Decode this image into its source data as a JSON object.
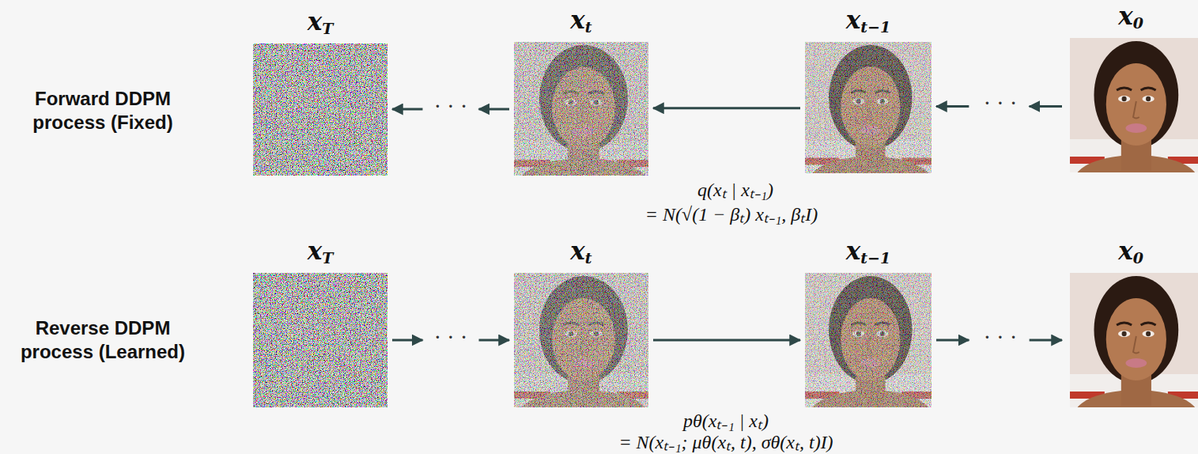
{
  "diagram": {
    "nodes": [
      {
        "text": [
          "xT"
        ]
      },
      {
        "text": [
          "xt"
        ]
      },
      {
        "text": [
          "xt−1"
        ]
      },
      {
        "text": [
          "x0"
        ]
      },
      {
        "text": [
          "xT"
        ]
      },
      {
        "text": [
          "xt"
        ]
      },
      {
        "text": [
          "xt−1"
        ]
      },
      {
        "text": [
          "x0"
        ]
      }
    ],
    "edges": [
      {
        "from": 3,
        "to": 2,
        "arrow": "to"
      },
      {
        "from": 2,
        "to": 1,
        "arrow": "to"
      },
      {
        "from": 1,
        "to": 0,
        "arrow": "to"
      },
      {
        "from": 4,
        "to": 5,
        "arrow": "to"
      },
      {
        "from": 5,
        "to": 6,
        "arrow": "to"
      },
      {
        "from": 6,
        "to": 7,
        "arrow": "to"
      }
    ],
    "labels": [
      "Forward DDPM process (Fixed)",
      "· · ·",
      "· · ·",
      "q(xₜ | xₜ₋₁)",
      "= N(√(1 − βₜ) xₜ₋₁, βₜI)",
      "Reverse DDPM process (Learned)",
      "· · ·",
      "· · ·",
      "pθ(xₜ₋₁ | xₜ)",
      "= N(xₜ₋₁; μθ(xₜ, t), σθ(xₜ, t)I)"
    ]
  }
}
